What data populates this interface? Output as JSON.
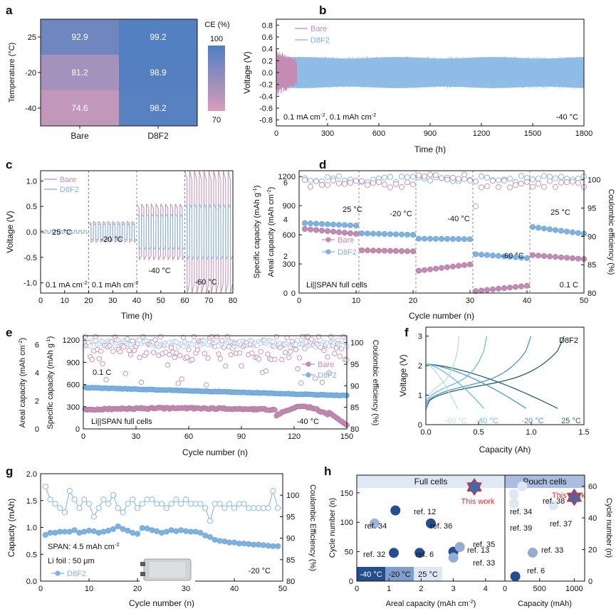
{
  "figure": {
    "panel_letters": [
      "a",
      "b",
      "c",
      "d",
      "e",
      "f",
      "g",
      "h"
    ]
  },
  "colors": {
    "bare": "#c48bb3",
    "d8f2": "#7fb2e0",
    "d8f2_light": "#a9cbec",
    "heat_high": "#4f7fc1",
    "heat_low": "#d79db9"
  },
  "chart_data": [
    {
      "panel": "a",
      "type": "heatmap",
      "categories": [
        "Bare",
        "D8F2"
      ],
      "rows": [
        "25",
        "-20",
        "-40"
      ],
      "values": [
        [
          92.9,
          99.2
        ],
        [
          81.2,
          98.9
        ],
        [
          74.6,
          98.2
        ]
      ],
      "labels": [
        [
          "92.9",
          "99.2"
        ],
        [
          "81.2",
          "98.9"
        ],
        [
          "74.6",
          "98.2"
        ]
      ],
      "ylabel": "Temperature (°C)",
      "colorbar": {
        "title": "CE (%)",
        "max": "100",
        "min": "70",
        "vmax": 100,
        "vmin": 70
      }
    },
    {
      "panel": "b",
      "type": "line",
      "xlabel": "Time (h)",
      "ylabel": "Voltage (V)",
      "xlim": [
        0,
        1800
      ],
      "ylim": [
        -0.9,
        0.9
      ],
      "xticks": [
        "0",
        "300",
        "600",
        "900",
        "1200",
        "1500",
        "1800"
      ],
      "yticks": [
        "-0.8",
        "-0.6",
        "-0.4",
        "-0.2",
        "0.0",
        "0.2",
        "0.4",
        "0.6",
        "0.8"
      ],
      "series": [
        {
          "name": "Bare",
          "t_end": 120,
          "v_peak_start": 0.4,
          "v_peak_end": 0.22
        },
        {
          "name": "D8F2",
          "t_end": 1800,
          "v_peak": 0.25
        }
      ],
      "annotations": [
        "0.1 mA cm",
        "-2",
        ", 0.1 mAh cm",
        "-2",
        "-40 °C"
      ]
    },
    {
      "panel": "c",
      "type": "line",
      "xlabel": "Time (h)",
      "ylabel": "Voltage (V)",
      "xlim": [
        0,
        80
      ],
      "ylim": [
        -1.2,
        1.2
      ],
      "xticks": [
        "0",
        "10",
        "20",
        "30",
        "40",
        "50",
        "60",
        "70",
        "80"
      ],
      "yticks": [
        "-1.0",
        "-0.5",
        "0.0",
        "0.5",
        "1.0"
      ],
      "segments": [
        {
          "label": "25 °C",
          "t": [
            0,
            20
          ],
          "bare": 0.03,
          "d8f2": 0.03
        },
        {
          "label": "-20 °C",
          "t": [
            20,
            40
          ],
          "bare": 0.2,
          "d8f2": 0.16
        },
        {
          "label": "-40 °C",
          "t": [
            40,
            60
          ],
          "bare": 0.55,
          "d8f2": 0.35
        },
        {
          "label": "-60 °C",
          "t": [
            60,
            80
          ],
          "bare": 1.2,
          "d8f2": 0.55
        }
      ],
      "series": [
        {
          "name": "Bare"
        },
        {
          "name": "D8F2"
        }
      ],
      "annotation": [
        "0.1 mA cm",
        "-2",
        ", 0.1 mAh cm",
        "-2"
      ]
    },
    {
      "panel": "d",
      "type": "scatter",
      "xlabel": "Cycle number (n)",
      "ylabel_left": [
        "Areal capacity (mAh cm",
        "-2",
        ")"
      ],
      "ylabel_mid": [
        "Specific capacity (mAh g",
        "-1",
        ")"
      ],
      "ylabel_right": "Coulombic efficiency (%)",
      "xlim": [
        0,
        50
      ],
      "ylim_spec": [
        0,
        1260
      ],
      "ylim_ce": [
        80,
        101.6
      ],
      "xticks": [
        "0",
        "10",
        "20",
        "30",
        "40",
        "50"
      ],
      "yticks_spec": [
        "0",
        "300",
        "600",
        "900",
        "1200"
      ],
      "yticks_areal": [
        "0",
        "2",
        "4",
        "6"
      ],
      "yticks_ce": [
        "80",
        "85",
        "90",
        "95",
        "100"
      ],
      "segments": [
        {
          "label": "25 °C",
          "cycles": [
            1,
            10
          ],
          "d8f2": [
            720,
            695
          ],
          "bare": [
            660,
            610
          ]
        },
        {
          "label": "-20 °C",
          "cycles": [
            11,
            20
          ],
          "d8f2": [
            615,
            600
          ],
          "bare": [
            440,
            430
          ]
        },
        {
          "label": "-40 °C",
          "cycles": [
            21,
            30
          ],
          "d8f2": [
            560,
            555
          ],
          "bare": [
            230,
            295
          ]
        },
        {
          "label": "-60 °C",
          "cycles": [
            31,
            40
          ],
          "d8f2": [
            400,
            360
          ],
          "bare": [
            20,
            75
          ]
        },
        {
          "label": "25 °C",
          "cycles": [
            41,
            50
          ],
          "d8f2": [
            680,
            610
          ],
          "bare": [
            390,
            350
          ]
        }
      ],
      "series": [
        {
          "name": "Bare"
        },
        {
          "name": "D8F2"
        }
      ],
      "annotations": [
        "Li||SPAN full cells",
        "0.1 C"
      ]
    },
    {
      "panel": "e",
      "type": "scatter",
      "xlabel": "Cycle number (n)",
      "ylabel_left": [
        "Areal capacity (mAh cm",
        "-2",
        ")"
      ],
      "ylabel_mid": [
        "Specific capacity (mAh g",
        "-1",
        ")"
      ],
      "ylabel_right": "Coulombic efficiency (%)",
      "xlim": [
        0,
        150
      ],
      "ylim_spec": [
        0,
        1260
      ],
      "ylim_ce": [
        80,
        101.6
      ],
      "xticks": [
        "0",
        "30",
        "60",
        "90",
        "120",
        "150"
      ],
      "yticks_spec": [
        "0",
        "300",
        "600",
        "900",
        "1200"
      ],
      "yticks_areal": [
        "0",
        "2",
        "4",
        "6"
      ],
      "yticks_ce": [
        "80",
        "85",
        "90",
        "95",
        "100"
      ],
      "d8f2_spec": {
        "start": 560,
        "end": 450
      },
      "bare_spec": {
        "start": 250,
        "mid": 280,
        "end": 50
      },
      "series": [
        {
          "name": "Bare"
        },
        {
          "name": "D8F2"
        }
      ],
      "annotations": [
        "0.1 C",
        "Li||SPAN full cells",
        "-40 °C"
      ]
    },
    {
      "panel": "f",
      "type": "line",
      "xlabel": "Capacity (Ah)",
      "ylabel": "Voltage (V)",
      "xlim": [
        0,
        1.5
      ],
      "ylim": [
        0,
        3.3
      ],
      "xticks": [
        "0.0",
        "0.5",
        "1.0",
        "1.5"
      ],
      "yticks": [
        "0",
        "1",
        "2",
        "3"
      ],
      "title_label": "D8F2",
      "curves": [
        {
          "label": "25 °C",
          "cap": 1.25,
          "color": "#2c5d7a"
        },
        {
          "label": "-20 °C",
          "cap": 0.95,
          "color": "#4e97c2"
        },
        {
          "label": "-40 °C",
          "cap": 0.55,
          "color": "#6fbbdc"
        },
        {
          "label": "-60 °C",
          "cap": 0.3,
          "color": "#b8dcea"
        }
      ]
    },
    {
      "panel": "g",
      "type": "scatter",
      "xlabel": "Cycle number (n)",
      "ylabel_left": "Capacity (mAh)",
      "ylabel_right": "Coulombic Efficiency (%)",
      "xlim": [
        0,
        50
      ],
      "ylim": [
        0,
        2.0
      ],
      "ylim_ce": [
        80,
        105
      ],
      "xticks": [
        "0",
        "10",
        "20",
        "30",
        "40",
        "50"
      ],
      "yticks": [
        "0.0",
        "0.5",
        "1.0",
        "1.5",
        "2.0"
      ],
      "yticks_ce": [
        "80",
        "85",
        "90",
        "95",
        "100"
      ],
      "capacity": [
        0.86,
        0.9,
        0.9,
        0.92,
        0.92,
        0.92,
        0.95,
        0.9,
        0.92,
        0.94,
        0.93,
        0.9,
        0.92,
        0.94,
        0.97,
        1.02,
        0.97,
        0.94,
        0.9,
        0.88,
        0.99,
        0.98,
        0.95,
        0.93,
        0.9,
        0.92,
        0.95,
        0.93,
        0.95,
        0.93,
        0.92,
        0.92,
        0.9,
        0.85,
        0.82,
        0.77,
        0.75,
        0.74,
        0.72,
        0.72,
        0.7,
        0.7,
        0.69,
        0.68,
        0.68,
        0.67,
        0.66,
        0.65,
        0.65
      ],
      "ce": [
        102,
        99,
        98,
        97,
        96,
        101,
        99,
        97,
        99,
        98,
        95,
        97,
        99,
        98,
        100,
        97,
        96,
        98,
        99,
        97,
        98,
        99,
        99,
        98,
        98,
        97,
        98,
        99,
        98,
        99,
        98,
        98,
        98,
        97,
        94,
        98,
        98,
        97,
        98,
        97,
        98,
        98,
        97,
        97,
        97,
        97,
        97,
        101,
        97
      ],
      "series": [
        {
          "name": "D8F2"
        }
      ],
      "annotations": [
        "SPAN: 4.5 mAh cm",
        "-2",
        "Li foil : 50 μm",
        "-20 °C"
      ]
    },
    {
      "panel": "h",
      "type": "scatter",
      "left": {
        "header": "Full cells",
        "xlabel": [
          "Areal capacity (mAh cm",
          "-2",
          ")"
        ],
        "ylabel": "Cycle number (n)",
        "xlim": [
          0,
          4.6
        ],
        "ylim": [
          0,
          180
        ],
        "xticks": [
          "0",
          "1",
          "2",
          "3",
          "4"
        ],
        "yticks": [
          "0",
          "50",
          "100",
          "150"
        ],
        "points": [
          {
            "x": 1.2,
            "y": 120,
            "label": "ref. 12",
            "temp": "-40"
          },
          {
            "x": 0.55,
            "y": 98,
            "label": "ref. 34",
            "temp": "-25"
          },
          {
            "x": 2.3,
            "y": 98,
            "label": "ref. 36",
            "temp": "-40"
          },
          {
            "x": 1.15,
            "y": 48,
            "label": "ref. 32",
            "temp": "-40"
          },
          {
            "x": 1.95,
            "y": 48,
            "label": "ref. 6",
            "temp": "-40"
          },
          {
            "x": 3.0,
            "y": 50,
            "label": "ref. 13",
            "temp": "-40"
          },
          {
            "x": 3.2,
            "y": 58,
            "label": "ref. 35",
            "temp": "-20"
          },
          {
            "x": 3.0,
            "y": 40,
            "label": "ref. 33",
            "temp": "-20"
          }
        ],
        "this_work": {
          "x": 3.65,
          "y": 160,
          "label": "This work"
        },
        "legend": [
          "-40 °C",
          "-20 °C",
          "25 °C"
        ]
      },
      "right": {
        "header": "Pouch cells",
        "xlabel": "Capacity (mAh)",
        "ylabel": "Cycle number (n)",
        "xlim": [
          0,
          1150
        ],
        "ylim": [
          0,
          67
        ],
        "xticks": [
          "0",
          "500",
          "1000"
        ],
        "yticks": [
          "0",
          "20",
          "40",
          "60"
        ],
        "points": [
          {
            "x": 250,
            "y": 60,
            "label": "ref. 38",
            "temp": "25"
          },
          {
            "x": 130,
            "y": 55,
            "label": "ref. 34",
            "temp": "25"
          },
          {
            "x": 130,
            "y": 49,
            "label": "ref. 39",
            "temp": "25"
          },
          {
            "x": 700,
            "y": 48,
            "label": "ref. 37",
            "temp": "25"
          },
          {
            "x": 400,
            "y": 18,
            "label": "ref. 33",
            "temp": "-20"
          },
          {
            "x": 150,
            "y": 3,
            "label": "ref. 6",
            "temp": "-40"
          }
        ],
        "this_work": {
          "x": 1000,
          "y": 53,
          "label": "This work"
        }
      }
    }
  ]
}
